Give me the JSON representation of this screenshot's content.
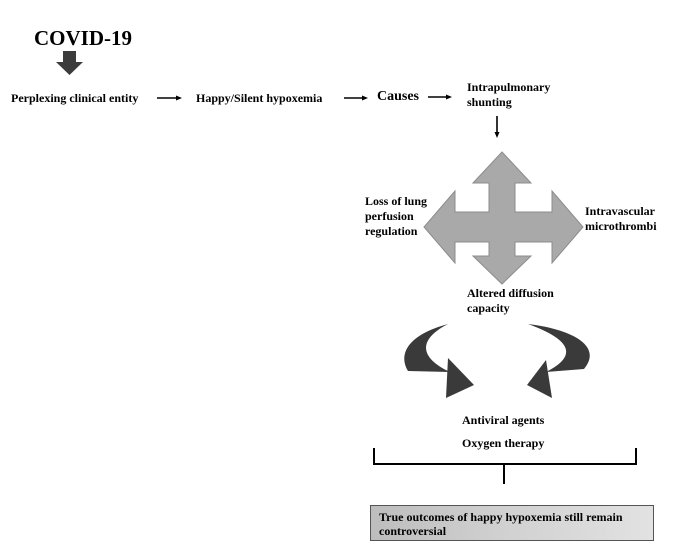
{
  "diagram": {
    "title": "COVID-19",
    "flow": {
      "entity": "Perplexing clinical entity",
      "condition": "Happy/Silent hypoxemia",
      "causes": "Causes",
      "shunting_line1": "Intrapulmonary",
      "shunting_line2": "shunting"
    },
    "cross": {
      "left_line1": "Loss of lung",
      "left_line2": "perfusion",
      "left_line3": "regulation",
      "right_line1": "Intravascular",
      "right_line2": "microthrombi",
      "bottom_line1": "Altered diffusion",
      "bottom_line2": "capacity"
    },
    "treatments": {
      "antiviral": "Antiviral agents",
      "oxygen": "Oxygen therapy"
    },
    "outcome": "True outcomes of happy hypoxemia still remain controversial",
    "colors": {
      "arrow_dark": "#3c3c3c",
      "cross_fill": "#a9a9a9",
      "box_fill": "#c8c8c8",
      "text": "#000000"
    }
  }
}
